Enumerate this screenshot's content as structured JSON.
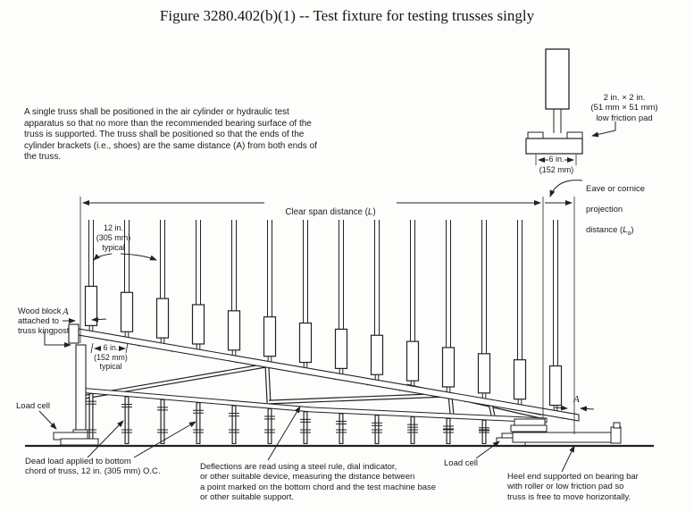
{
  "title": "Figure 3280.402(b)(1) -- Test fixture for testing trusses singly",
  "intro": "A single truss shall be positioned in the air cylinder or hydraulic test apparatus so that no more than the recommended bearing surface of the truss is supported. The truss shall be positioned so that the ends of the cylinder brackets (i.e., shoes) are the same distance (A) from both ends of the truss.",
  "labels": {
    "pad": "2 in. × 2 in.\n(51 mm × 51 mm)\nlow friction pad",
    "pad_width": "6 in.",
    "pad_width_mm": "(152 mm)",
    "eave_line1": "Eave or cornice",
    "eave_line2": "projection",
    "eave_line3_pre": "distance (",
    "eave_var": "L",
    "eave_sub": "o",
    "eave_line3_post": ")",
    "clear_span_pre": "Clear span distance (",
    "clear_span_var": "L",
    "clear_span_post": ")",
    "spacing_12": "12 in.\n(305 mm)\ntypical",
    "spacing_6": "6 in.\n(152 mm)\ntypical",
    "wood_block": "Wood block\nattached to\ntruss kingpost",
    "load_cell": "Load cell",
    "dim_a": "A",
    "dead_load": "Dead load applied to bottom\nchord of truss, 12 in. (305 mm) O.C.",
    "deflections": "Deflections are read using a steel rule, dial indicator,\nor other suitable device, measuring the distance between\na point marked on the bottom chord and the test machine base\nor other suitable support.",
    "heel": "Heel end supported on bearing bar\nwith roller or low friction pad so\ntruss is free to move horizontally."
  }
}
